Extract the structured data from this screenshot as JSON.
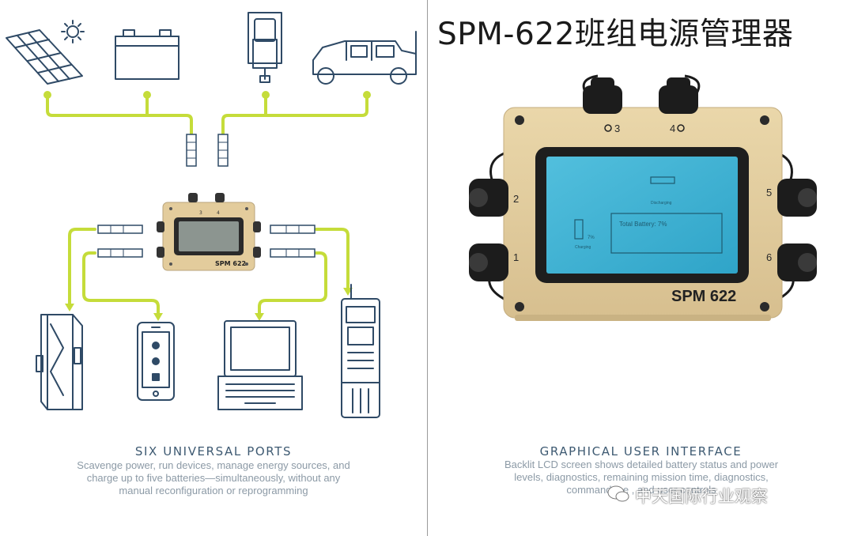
{
  "left": {
    "device_label": "SPM 622",
    "port_markers": [
      "3",
      "4"
    ],
    "caption_title": "SIX UNIVERSAL PORTS",
    "caption_lines": [
      "Scavenge power, run devices, manage energy sources, and",
      "charge up to five batteries—simultaneously, without any",
      "manual reconfiguration or reprogramming"
    ],
    "sources": [
      "solar-panel-icon",
      "car-battery-icon",
      "wall-outlet-adapter-icon",
      "military-vehicle-icon"
    ],
    "loads": [
      "battery-pack-icon",
      "smartphone-icon",
      "laptop-icon",
      "handheld-radio-icon"
    ],
    "cable_color": "#c5dc3a",
    "line_color": "#2f4a66"
  },
  "right": {
    "title": "SPM-622班组电源管理器",
    "device_label": "SPM 622",
    "port_numbers": {
      "p1": "1",
      "p2": "2",
      "p3": "3",
      "p4": "4",
      "p5": "5",
      "p6": "6"
    },
    "screen_text": {
      "main": "Total Battery: 7%",
      "left_pct": "7%",
      "left_status": "Charging",
      "top_status": "Discharging"
    },
    "caption_title": "GRAPHICAL USER INTERFACE",
    "caption_lines": [
      "Backlit LCD screen shows detailed battery status and power",
      "levels, diagnostics, remaining mission time, diagnostics,",
      "command me  ,  and user controls"
    ],
    "watermark": "中天国际行业观察",
    "device_color": "#e3cc9c",
    "screen_color": "#3fb0d0"
  }
}
